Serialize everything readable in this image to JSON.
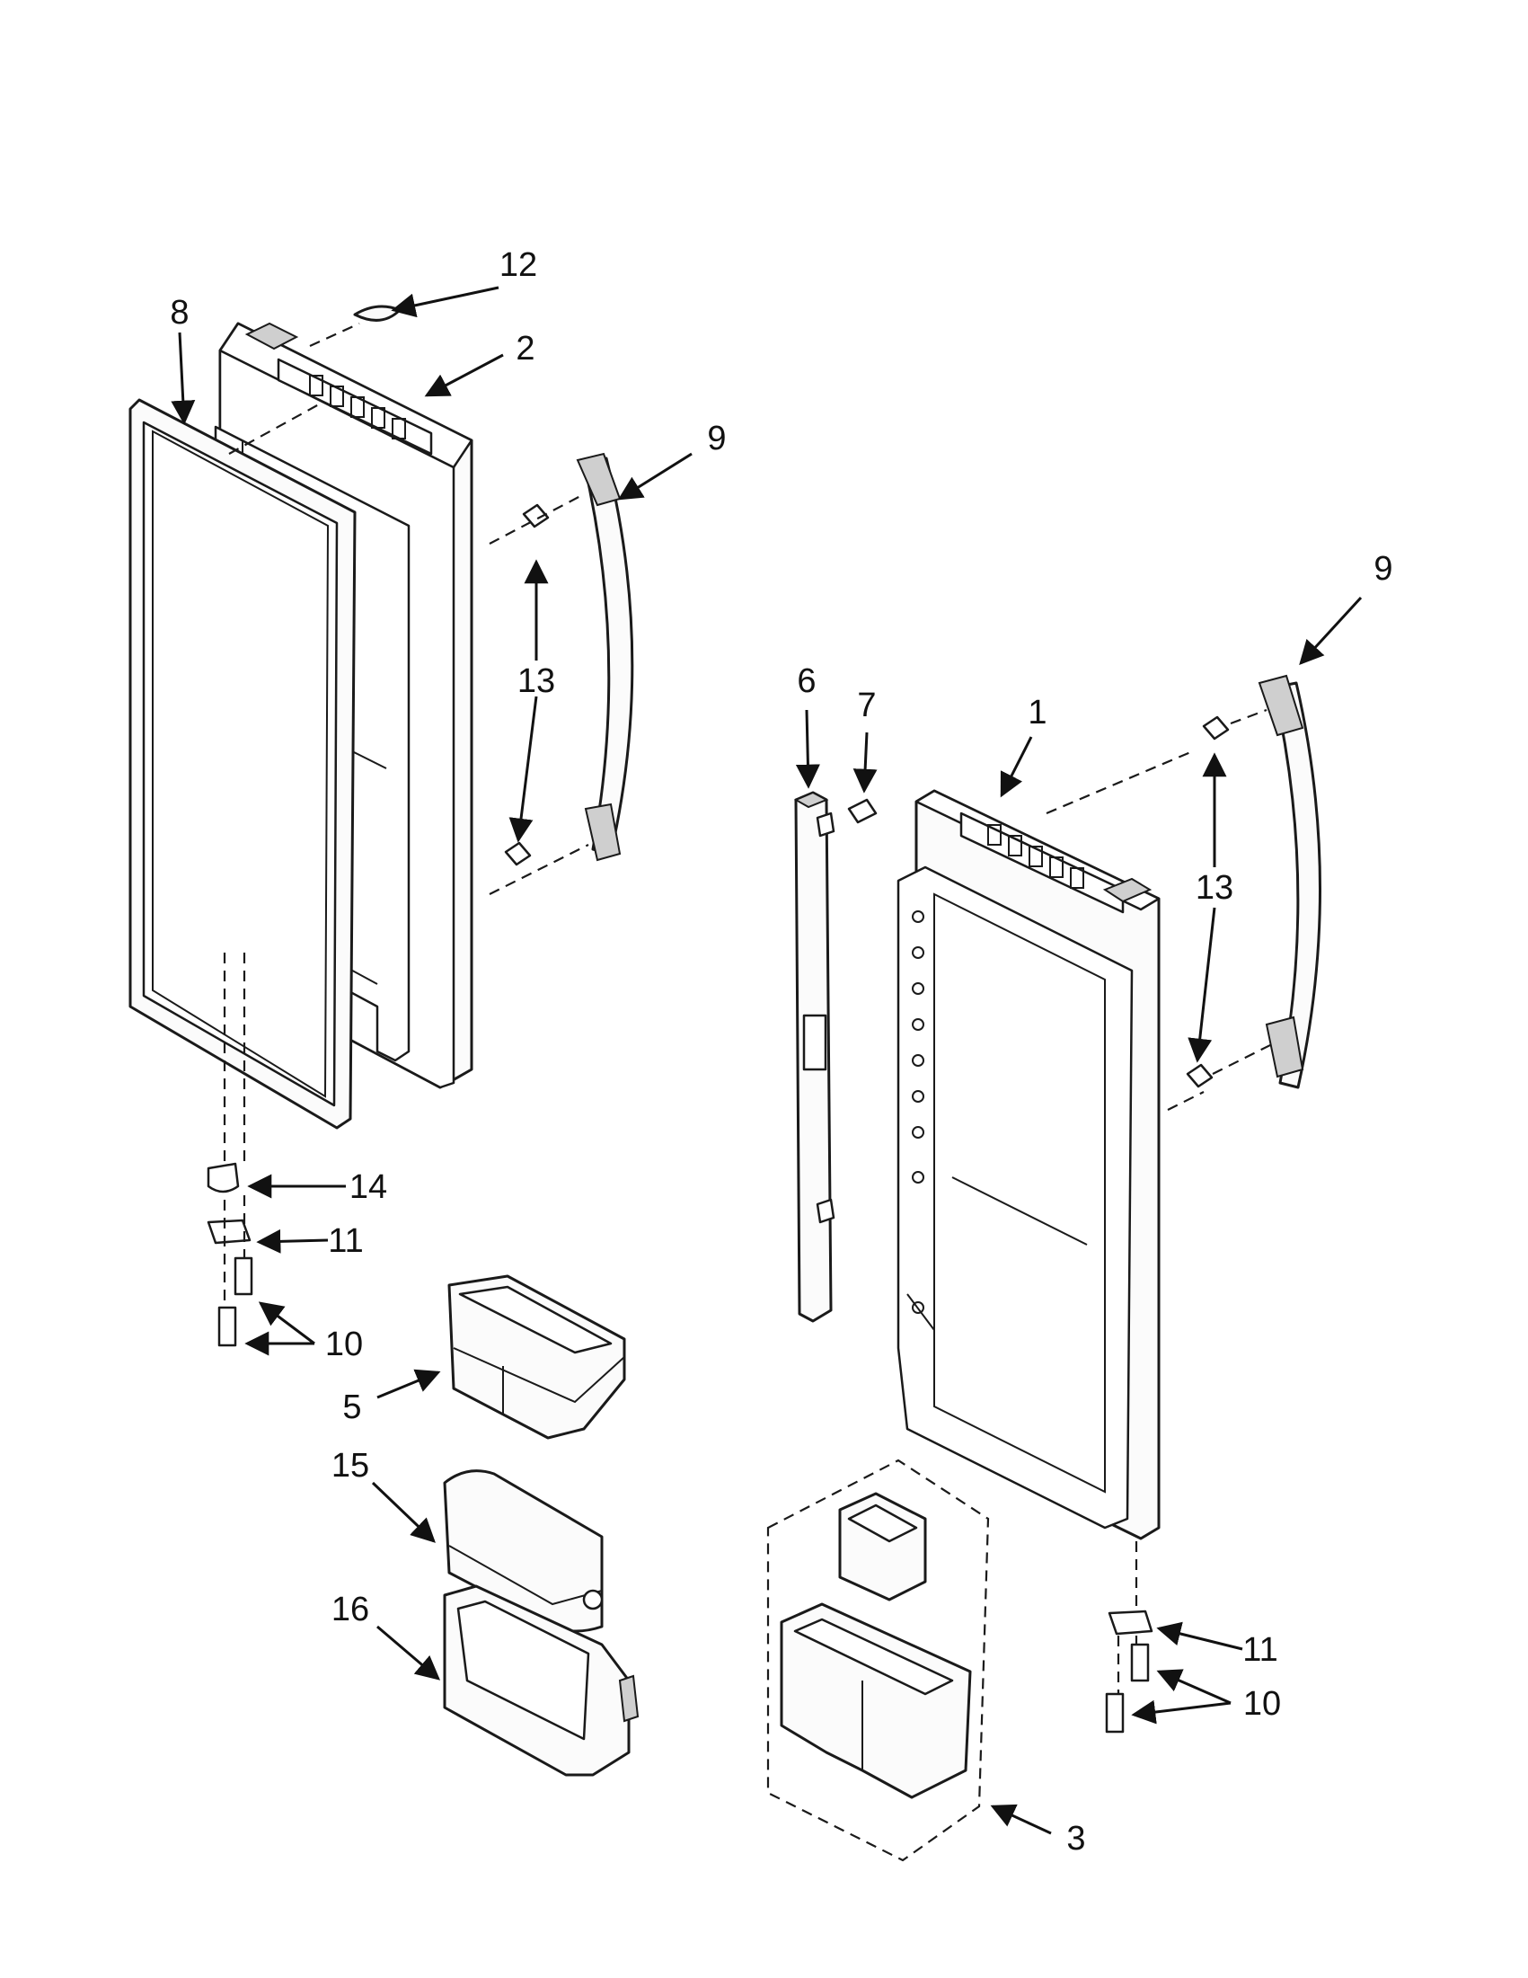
{
  "callouts": {
    "c1": "1",
    "c2": "2",
    "c3": "3",
    "c5": "5",
    "c6": "6",
    "c7": "7",
    "c8": "8",
    "c9_left": "9",
    "c9_right": "9",
    "c10_left": "10",
    "c10_right": "10",
    "c11_left": "11",
    "c11_right": "11",
    "c12": "12",
    "c13_left": "13",
    "c13_right": "13",
    "c14": "14",
    "c15": "15",
    "c16": "16"
  },
  "colors": {
    "line": "#1a1a1a",
    "shade": "#cfcfcf",
    "background": "#ffffff"
  }
}
